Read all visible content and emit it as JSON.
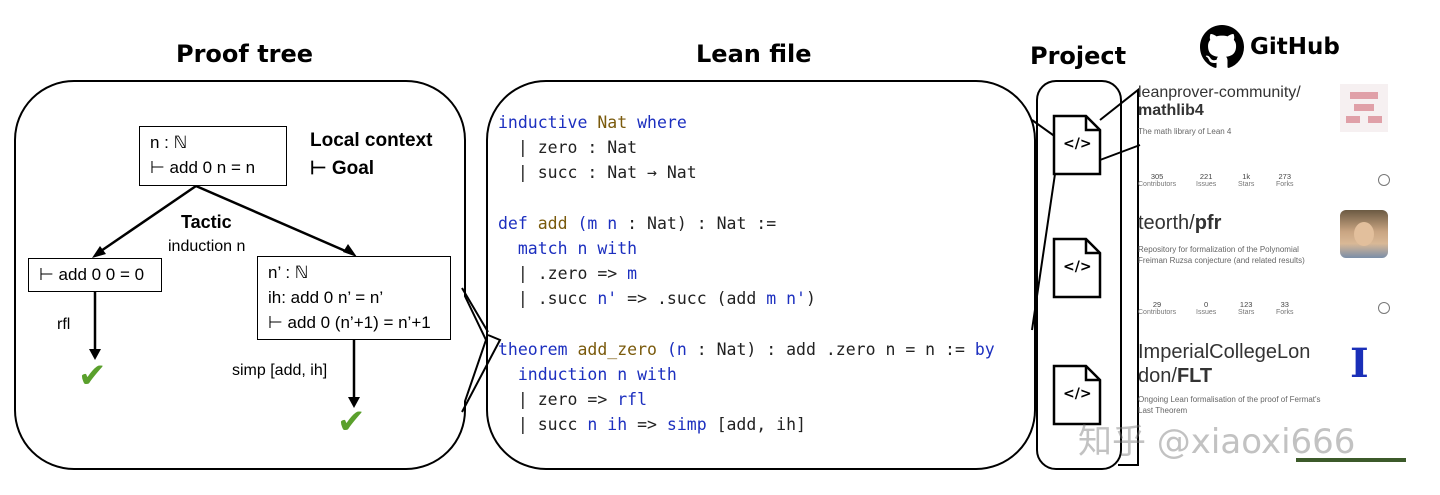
{
  "headings": {
    "proof_tree": "Proof tree",
    "lean_file": "Lean file",
    "project": "Project",
    "github": "GitHub"
  },
  "proof_tree": {
    "root_context": "n : ℕ",
    "root_goal": "⊢ add 0 n = n",
    "legend_context": "Local context",
    "legend_goal": "⊢ Goal",
    "tactic_title": "Tactic",
    "tactic_induction": "induction n",
    "left_goal": "⊢ add 0 0 = 0",
    "right_line1": "n’ : ℕ",
    "right_line2": "ih: add 0 n’ = n’",
    "right_line3": "⊢ add 0 (n’+1) = n’+1",
    "left_tactic": "rfl",
    "right_tactic": "simp [add, ih]",
    "check_mark": "✔"
  },
  "code_lines": [
    [
      {
        "t": "inductive ",
        "c": "kw"
      },
      {
        "t": "Nat ",
        "c": "fn"
      },
      {
        "t": "where",
        "c": "kw"
      }
    ],
    [
      {
        "t": "  | zero : Nat",
        "c": ""
      }
    ],
    [
      {
        "t": "  | succ : Nat → Nat",
        "c": ""
      }
    ],
    [
      {
        "t": "",
        "c": ""
      }
    ],
    [
      {
        "t": "def ",
        "c": "kw"
      },
      {
        "t": "add ",
        "c": "fn"
      },
      {
        "t": "(m n ",
        "c": "var"
      },
      {
        "t": ": Nat) : Nat :=",
        "c": ""
      }
    ],
    [
      {
        "t": "  match ",
        "c": "kw"
      },
      {
        "t": "n ",
        "c": "var"
      },
      {
        "t": "with",
        "c": "kw"
      }
    ],
    [
      {
        "t": "  | .zero => ",
        "c": ""
      },
      {
        "t": "m",
        "c": "var"
      }
    ],
    [
      {
        "t": "  | .succ ",
        "c": ""
      },
      {
        "t": "n' ",
        "c": "var"
      },
      {
        "t": "=> .succ (add ",
        "c": ""
      },
      {
        "t": "m n'",
        "c": "var"
      },
      {
        "t": ")",
        "c": ""
      }
    ],
    [
      {
        "t": "",
        "c": ""
      }
    ],
    [
      {
        "t": "theorem ",
        "c": "kw"
      },
      {
        "t": "add_zero ",
        "c": "fn"
      },
      {
        "t": "(n ",
        "c": "var"
      },
      {
        "t": ": Nat) : add .zero n = n := ",
        "c": ""
      },
      {
        "t": "by",
        "c": "kw"
      }
    ],
    [
      {
        "t": "  induction ",
        "c": "kw"
      },
      {
        "t": "n ",
        "c": "var"
      },
      {
        "t": "with",
        "c": "kw"
      }
    ],
    [
      {
        "t": "  | zero => ",
        "c": ""
      },
      {
        "t": "rfl",
        "c": "kw"
      }
    ],
    [
      {
        "t": "  | succ ",
        "c": ""
      },
      {
        "t": "n ih ",
        "c": "var"
      },
      {
        "t": "=> ",
        "c": ""
      },
      {
        "t": "simp ",
        "c": "kw"
      },
      {
        "t": "[add, ih]",
        "c": ""
      }
    ]
  ],
  "file_icon_glyph": "</>",
  "github_repos": [
    {
      "owner": "leanprover-community/",
      "name": "mathlib4",
      "description": "The math library of Lean 4",
      "stats": [
        {
          "num": "305",
          "label": "Contributors"
        },
        {
          "num": "221",
          "label": "Issues"
        },
        {
          "num": "1k",
          "label": "Stars"
        },
        {
          "num": "273",
          "label": "Forks"
        }
      ]
    },
    {
      "owner": "teorth/",
      "name": "pfr",
      "description": "Repository for formalization of the Polynomial Freiman Ruzsa conjecture (and related results)",
      "stats": [
        {
          "num": "29",
          "label": "Contributors"
        },
        {
          "num": "0",
          "label": "Issues"
        },
        {
          "num": "123",
          "label": "Stars"
        },
        {
          "num": "33",
          "label": "Forks"
        }
      ]
    },
    {
      "owner": "ImperialCollegeLon",
      "owner2": "don/",
      "name": "FLT",
      "description": "Ongoing Lean formalisation of the proof of Fermat's Last Theorem",
      "logo_letter": "I"
    }
  ],
  "watermark": "知乎 @xiaoxi666",
  "colors": {
    "keyword": "#1c2fbf",
    "function": "#7a5a0c",
    "check": "#5aa02c",
    "imperial": "#1a2fb8",
    "mathlib_logo": "#e0a0a8"
  }
}
